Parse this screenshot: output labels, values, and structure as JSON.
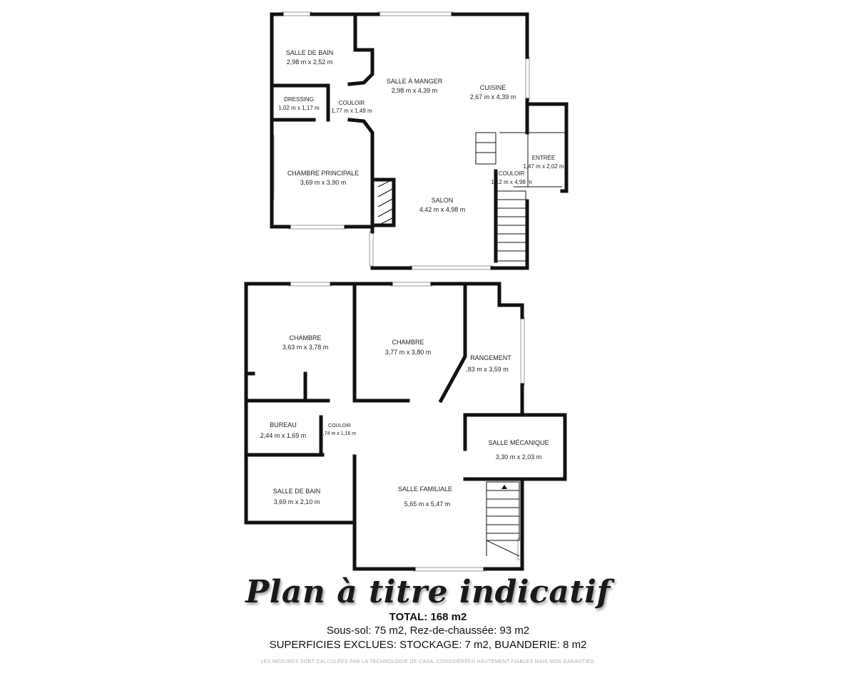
{
  "upper_floor": {
    "rooms": [
      {
        "name": "SALLE DE BAIN",
        "dims": "2,98 m x 2,52 m"
      },
      {
        "name": "DRESSING",
        "dims": "1,02 m x 1,17 m"
      },
      {
        "name": "COULOIR",
        "dims": "1,77 m x 1,49 m"
      },
      {
        "name": "SALLE À MANGER",
        "dims": "2,98 m x 4,39 m"
      },
      {
        "name": "CUISINE",
        "dims": "2,67 m x 4,39 m"
      },
      {
        "name": "ENTRÉE",
        "dims": "1,47 m x 2,02 m"
      },
      {
        "name": "COULOIR",
        "dims": "1,12 m x 4,98 m"
      },
      {
        "name": "CHAMBRE PRINCIPALE",
        "dims": "3,69 m x 3,90 m"
      },
      {
        "name": "SALON",
        "dims": "4,42 m x 4,98 m"
      }
    ]
  },
  "lower_floor": {
    "rooms": [
      {
        "name": "CHAMBRE",
        "dims": "3,63 m x 3,78 m"
      },
      {
        "name": "CHAMBRE",
        "dims": "3,77 m x 3,80 m"
      },
      {
        "name": "RANGEMENT",
        "dims": ",83 m x 3,59 m"
      },
      {
        "name": "BUREAU",
        "dims": "2,44 m x 1,69 m"
      },
      {
        "name": "COULOIR",
        "dims": ",74 m x 1,16 m"
      },
      {
        "name": "SALLE MÉCANIQUE",
        "dims": "3,30 m x 2,03 m"
      },
      {
        "name": "SALLE DE BAIN",
        "dims": "3,69 m x 2,10 m"
      },
      {
        "name": "SALLE FAMILIALE",
        "dims": "5,65 m x 5,47 m"
      }
    ]
  },
  "footer": {
    "title": "Plan à titre indicatif",
    "total": "TOTAL: 168 m2",
    "areas": "Sous-sol: 75 m2, Rez-de-chaussée: 93 m2",
    "excluded": "SUPERFICIES EXCLUES: STOCKAGE: 7 m2, BUANDERIE: 8 m2",
    "disclaimer": "LES MESURES SONT CALCULÉES PAR LA TECHNOLOGIE DE CASA. CONSIDÉRÉES HAUTEMENT FIABLES MAIS NON GARANTIES."
  }
}
